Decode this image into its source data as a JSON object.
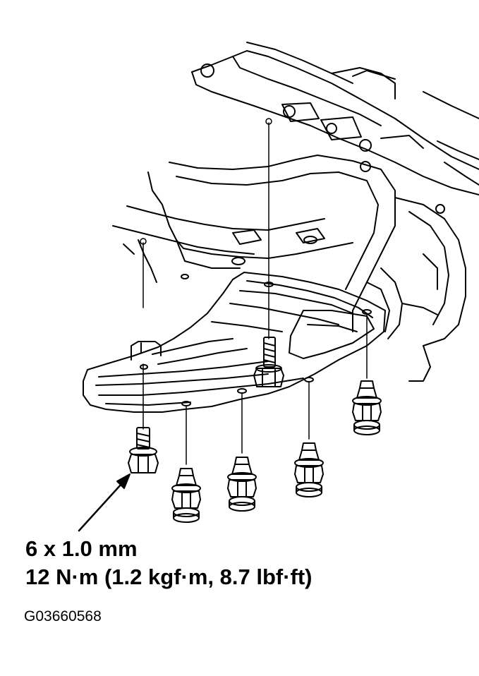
{
  "specs": {
    "size": "6 x 1.0 mm",
    "torque": "12 N·m (1.2 kgf·m, 8.7 lbf·ft)"
  },
  "figure_code": "G03660568",
  "illustration": {
    "parts": [
      "under-cover-plate",
      "flange-bolt",
      "flange-nut",
      "vehicle-frame"
    ],
    "ink_color": "#000000",
    "background_color": "#ffffff"
  }
}
